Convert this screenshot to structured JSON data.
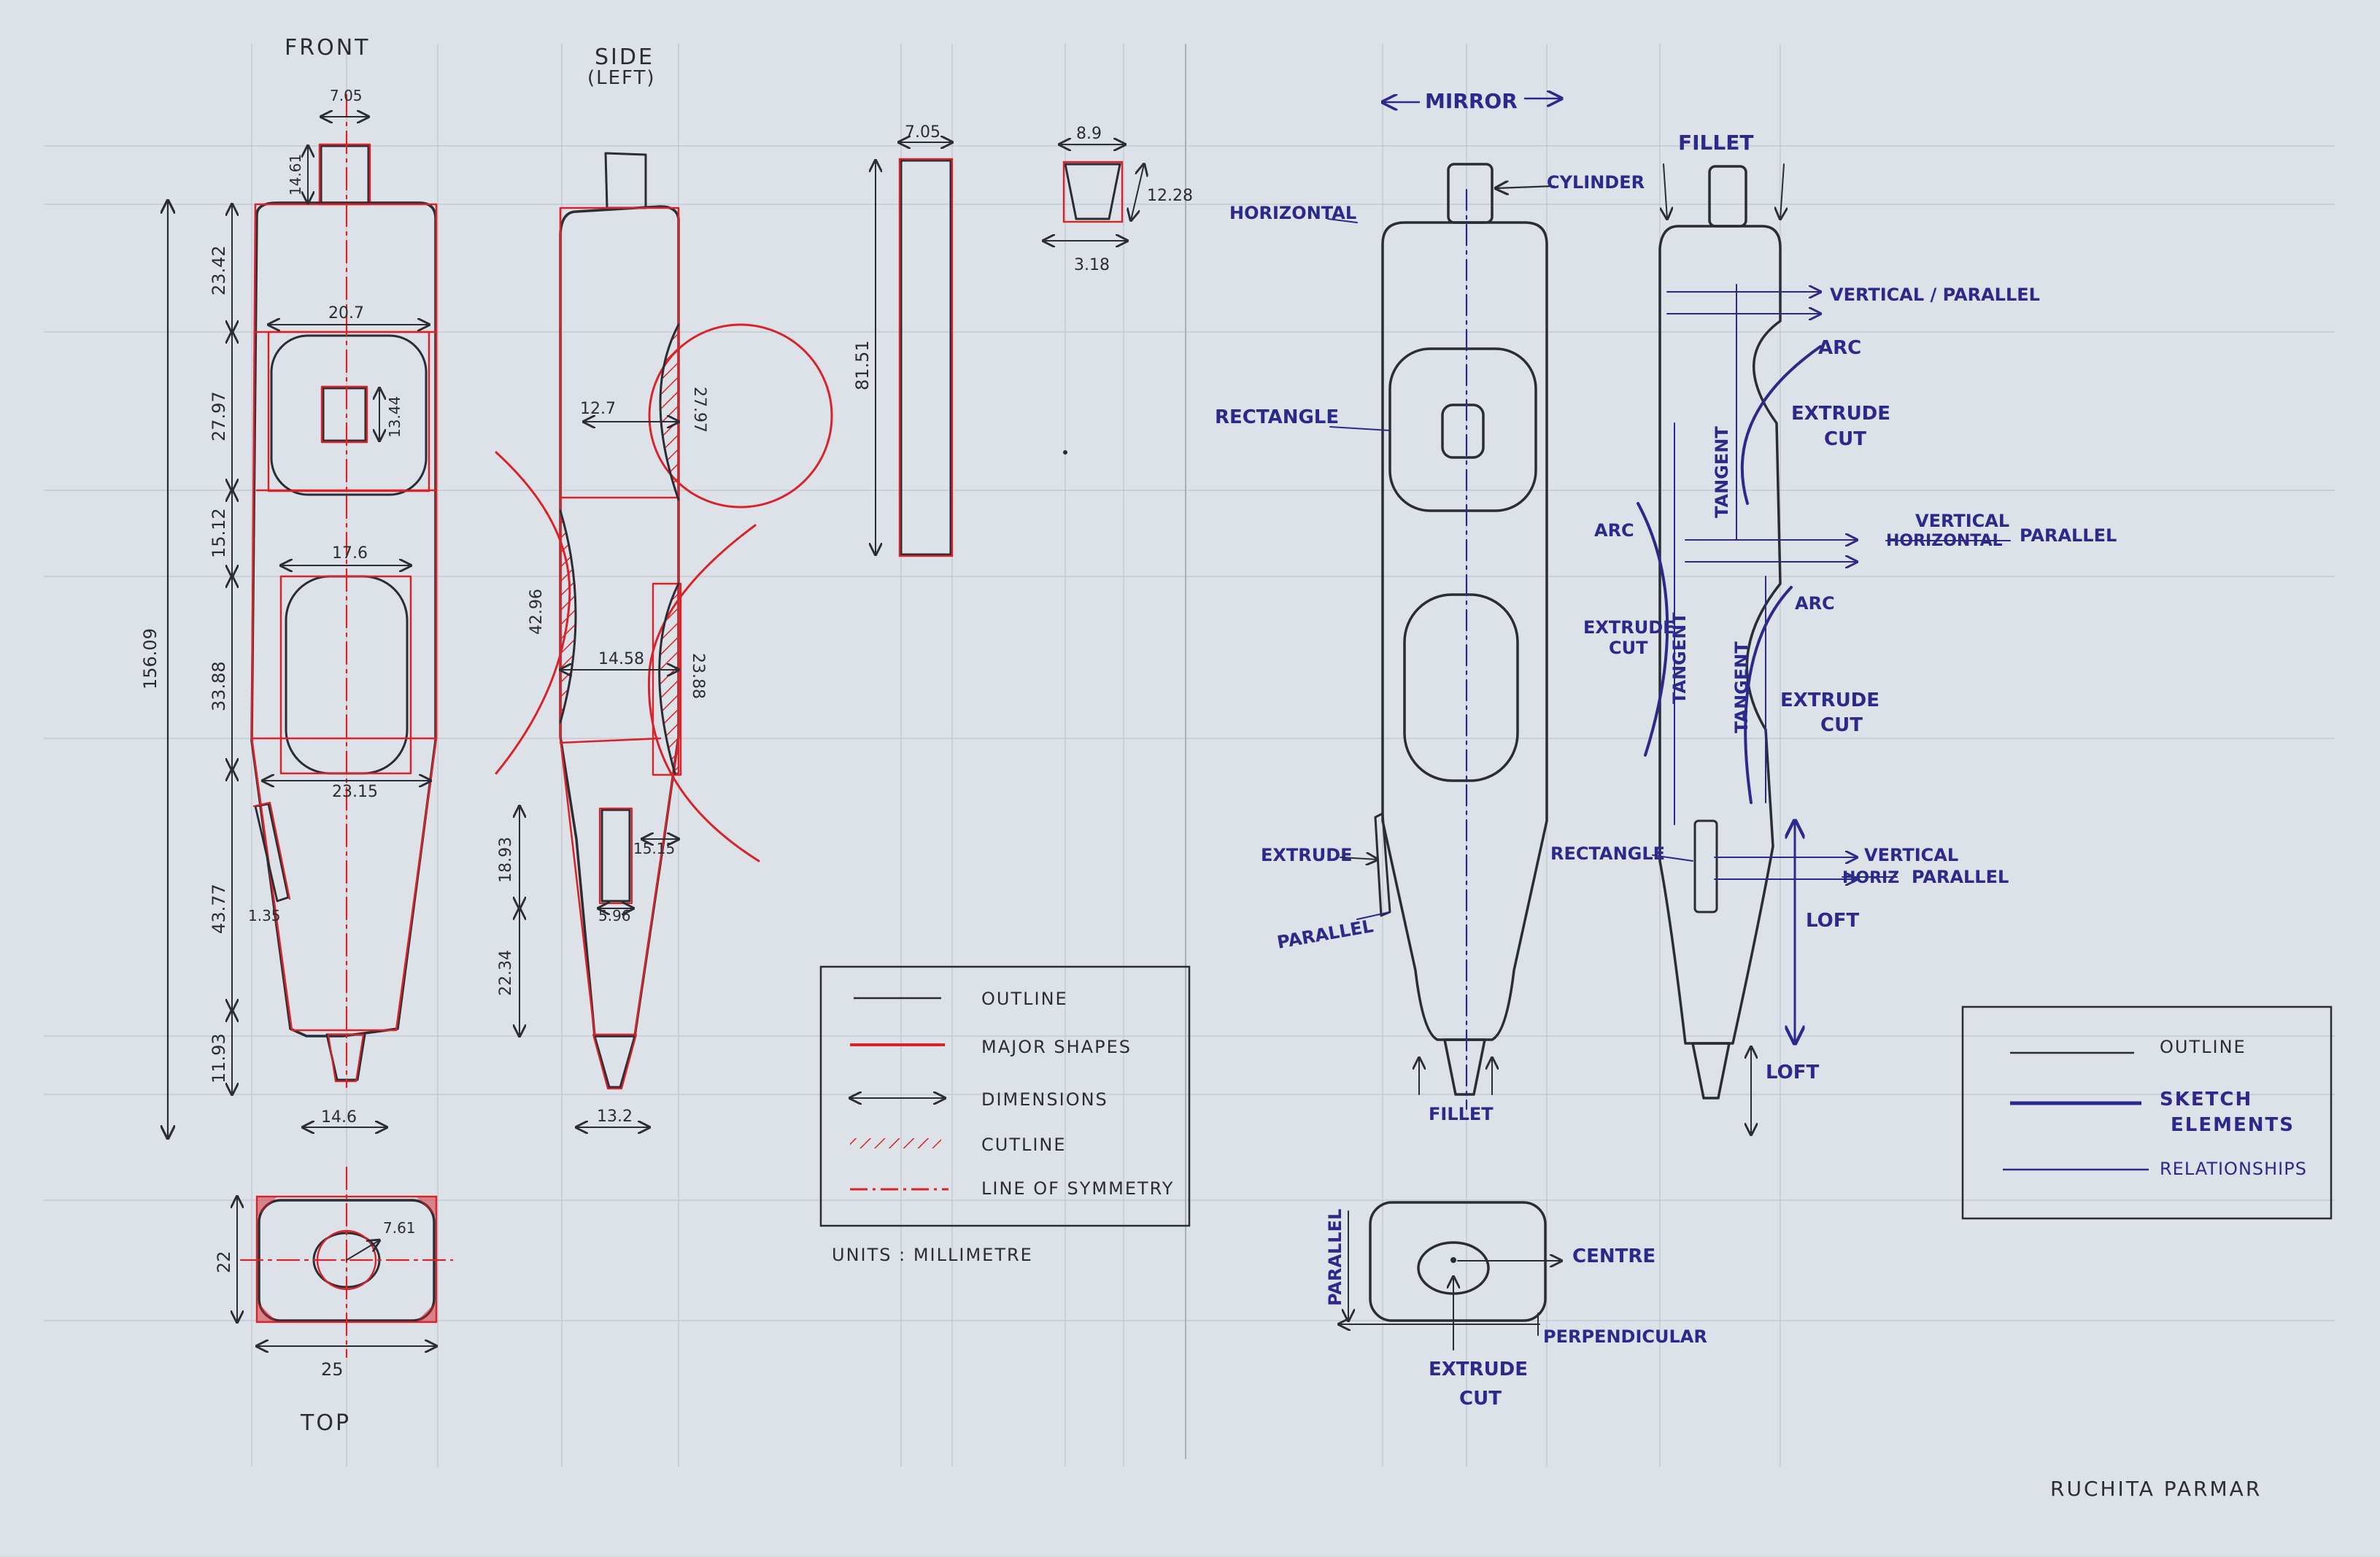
{
  "colors": {
    "paper": "#dde1e8",
    "grid": "#b8bec9",
    "pencil": "#2a2d33",
    "red": "#d8232a",
    "blue": "#2b2a8c"
  },
  "views": {
    "front": "FRONT",
    "side": "SIDE",
    "side_sub": "(LEFT)",
    "top": "TOP"
  },
  "dims": {
    "front_top_w": "7.05",
    "front_pin_h": "14.61",
    "front_overall": "156.09",
    "front_seg1": "23.42",
    "front_seg2": "27.97",
    "front_seg3": "15.12",
    "front_seg4": "33.88",
    "front_seg5": "43.77",
    "front_seg6": "11.93",
    "front_w1": "20.7",
    "front_sq": "13.44",
    "front_w2": "17.6",
    "front_w3": "23.15",
    "front_clip": "1.35",
    "front_tip": "14.6",
    "side_r1": "12.7",
    "side_h1": "27.97",
    "side_h2": "42.96",
    "side_w2": "14.58",
    "side_h3": "23.88",
    "side_h4": "18.93",
    "side_w4": "15.15",
    "side_slot": "5.96",
    "side_h5": "22.34",
    "side_tip": "13.2",
    "clip_w": "7.05",
    "clip_h": "81.51",
    "cap_w": "8.9",
    "cap_h": "12.28",
    "cap_b": "3.18",
    "top_h": "22",
    "top_w": "25",
    "top_r": "7.61"
  },
  "legend1": {
    "items": [
      "OUTLINE",
      "MAJOR SHAPES",
      "DIMENSIONS",
      "CUTLINE",
      "LINE OF SYMMETRY"
    ],
    "units": "UNITS : MILLIMETRE"
  },
  "sketch": {
    "mirror": "MIRROR",
    "fillet_top": "FILLET",
    "cylinder": "CYLINDER",
    "horizontal": "HORIZONTAL",
    "rectangle1": "RECTANGLE",
    "vertical_parallel1": "VERTICAL / PARALLEL",
    "arc1": "ARC",
    "extrude_cut1a": "EXTRUDE",
    "extrude_cut1b": "CUT",
    "tangent1": "TANGENT",
    "vertical2": "VERTICAL",
    "horizontal_struck": "HORIZONTAL",
    "parallel2": "PARALLEL",
    "arc2": "ARC",
    "arc3": "ARC",
    "extrude_cut2a": "EXTRUDE",
    "extrude_cut2b": "CUT",
    "tangent2": "TANGENT",
    "tangent3": "TANGENT",
    "extrude_cut3a": "EXTRUDE",
    "extrude_cut3b": "CUT",
    "extrude": "EXTRUDE",
    "rectangle2": "RECTANGLE",
    "vertical3": "VERTICAL",
    "horiz_struck": "HORIZ",
    "parallel3": "PARALLEL",
    "parallel4": "PARALLEL",
    "loft1": "LOFT",
    "loft2": "LOFT",
    "fillet_bottom": "FILLET",
    "parallel5": "PARALLEL",
    "centre": "CENTRE",
    "perpendicular": "PERPENDICULAR",
    "extrude_cut4a": "EXTRUDE",
    "extrude_cut4b": "CUT"
  },
  "legend2": {
    "items": [
      "OUTLINE",
      "SKETCH",
      "ELEMENTS",
      "RELATIONSHIPS"
    ]
  },
  "author": "RUCHITA PARMAR"
}
